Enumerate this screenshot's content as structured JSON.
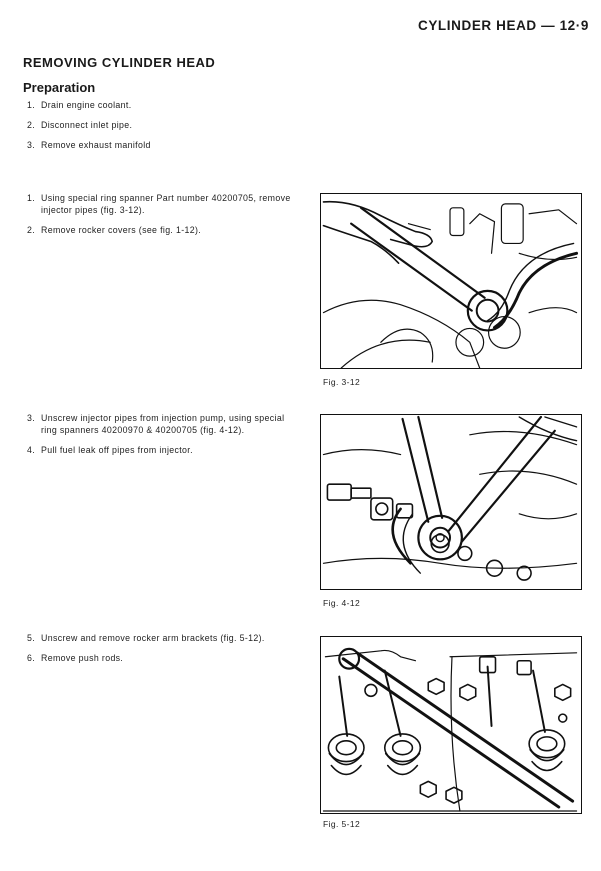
{
  "header": {
    "title": "CYLINDER HEAD — 12·9"
  },
  "section": {
    "title": "REMOVING CYLINDER HEAD"
  },
  "preparation": {
    "heading": "Preparation",
    "steps": [
      {
        "num": "1.",
        "text": "Drain engine coolant."
      },
      {
        "num": "2.",
        "text": "Disconnect inlet pipe."
      },
      {
        "num": "3.",
        "text": "Remove exhaust manifold"
      }
    ]
  },
  "group1": {
    "steps": [
      {
        "num": "1.",
        "text": "Using special ring spanner Part number 40200705, remove injector pipes (fig. 3-12)."
      },
      {
        "num": "2.",
        "text": "Remove rocker covers (see fig. 1-12)."
      }
    ]
  },
  "group2": {
    "steps": [
      {
        "num": "3.",
        "text": "Unscrew injector pipes from injection pump, using special ring spanners 40200970 & 40200705 (fig. 4-12)."
      },
      {
        "num": "4.",
        "text": "Pull fuel leak off pipes from injector."
      }
    ]
  },
  "group3": {
    "steps": [
      {
        "num": "5.",
        "text": "Unscrew and remove rocker arm brackets (fig. 5-12)."
      },
      {
        "num": "6.",
        "text": "Remove push rods."
      }
    ]
  },
  "figures": [
    {
      "caption": "Fig. 3-12",
      "icon": "spanner-on-injector-pipe-illustration"
    },
    {
      "caption": "Fig. 4-12",
      "icon": "two-spanners-on-pump-illustration"
    },
    {
      "caption": "Fig. 5-12",
      "icon": "rocker-arm-bracket-illustration"
    }
  ]
}
